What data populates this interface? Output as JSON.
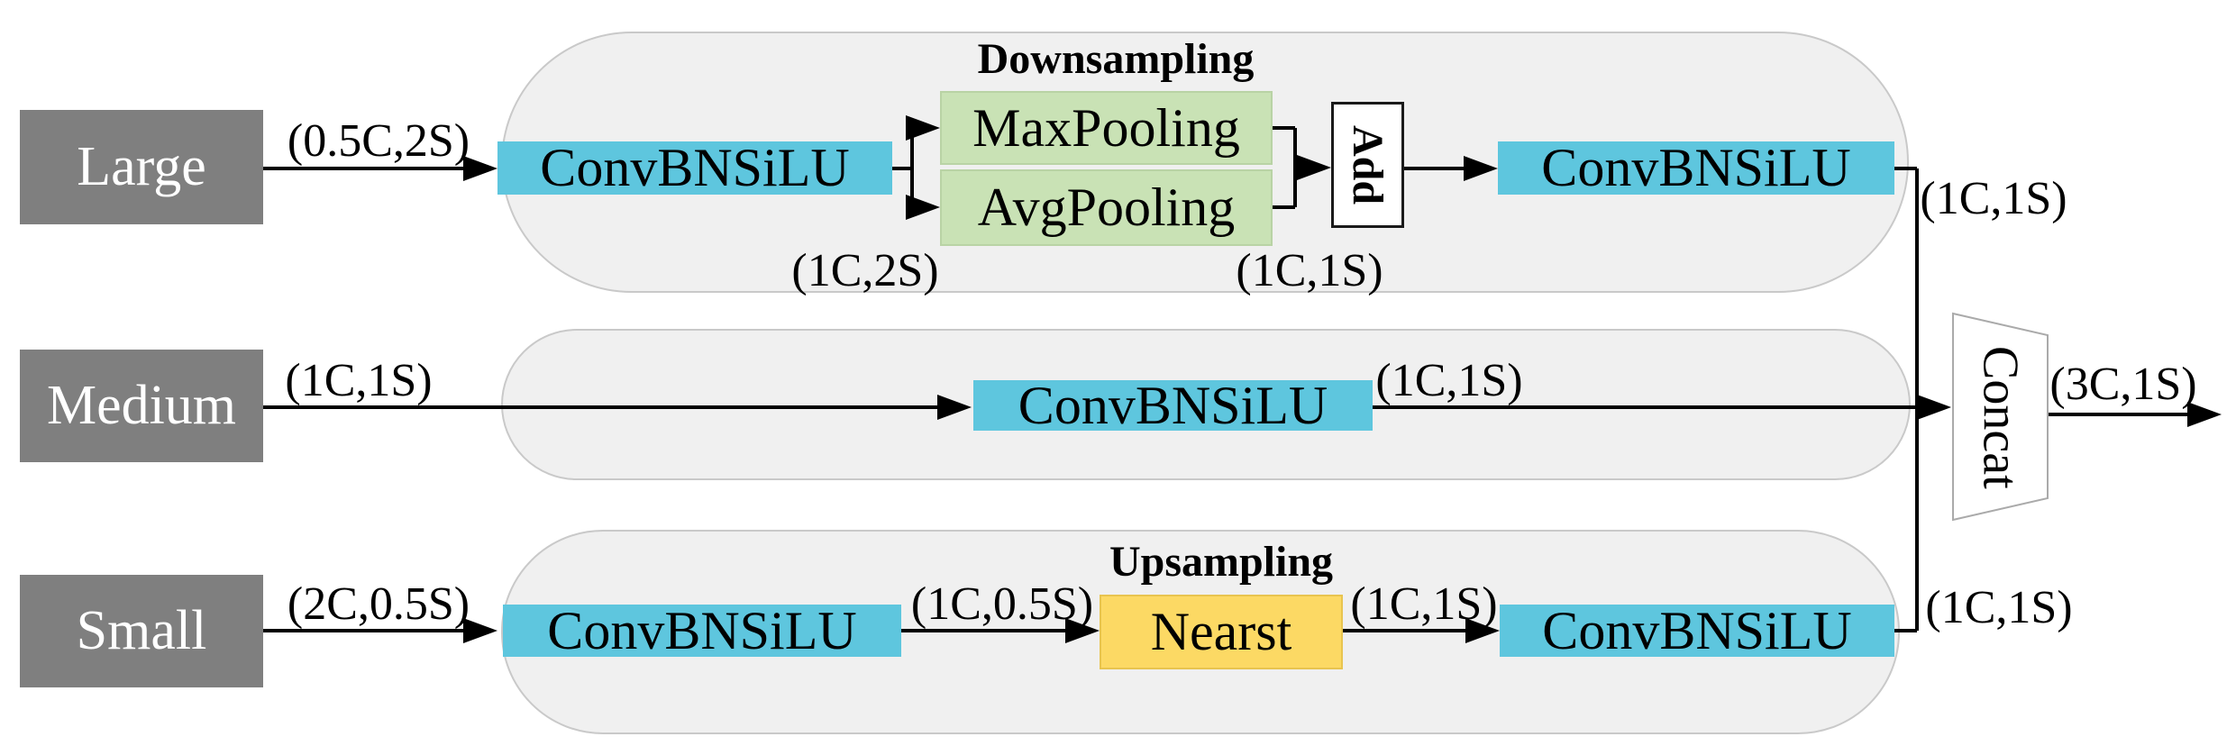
{
  "colors": {
    "conv_block": "#5ec6de",
    "pool_block": "#c9e2b5",
    "upsample_block": "#fcd964",
    "source_block": "#7f7f7f",
    "pill_background": "#f0f0f0",
    "line": "#000000"
  },
  "sources": [
    {
      "label": "Large"
    },
    {
      "label": "Medium"
    },
    {
      "label": "Small"
    }
  ],
  "row_large": {
    "input_label": "(0.5C,2S)",
    "conv1": "ConvBNSiLU",
    "group_title": "Downsampling",
    "maxpool": "MaxPooling",
    "avgpool": "AvgPooling",
    "label_after_conv1": "(1C,2S)",
    "label_after_pool": "(1C,1S)",
    "add": "Add",
    "conv2": "ConvBNSiLU",
    "output_label": "(1C,1S)"
  },
  "row_medium": {
    "input_label": "(1C,1S)",
    "conv1": "ConvBNSiLU",
    "output_label": "(1C,1S)"
  },
  "row_small": {
    "input_label": "(2C,0.5S)",
    "conv1": "ConvBNSiLU",
    "label_after_conv1": "(1C,0.5S)",
    "group_title": "Upsampling",
    "upsample": "Nearst",
    "label_after_upsample": "(1C,1S)",
    "conv2": "ConvBNSiLU",
    "output_label": "(1C,1S)"
  },
  "merge": {
    "concat": "Concat",
    "output_label": "(3C,1S)"
  }
}
